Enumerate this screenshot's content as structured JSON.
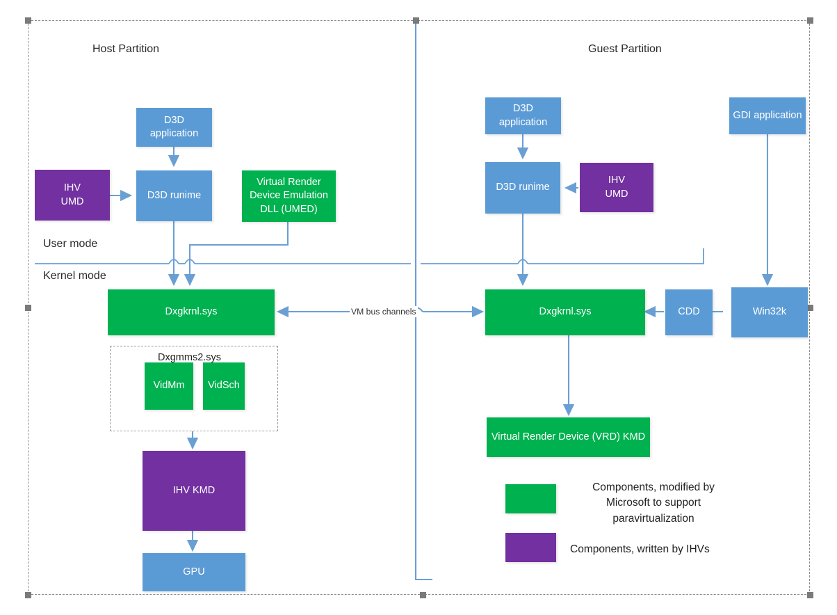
{
  "diagram": {
    "title_host": "Host Partition",
    "title_guest": "Guest Partition",
    "mode_user": "User mode",
    "mode_kernel": "Kernel mode",
    "vmbus_label": "VM bus channels"
  },
  "colors": {
    "blue": "#5b9bd5",
    "green": "#00b14f",
    "purple": "#7230a0",
    "connector": "#6a9fd4",
    "frame": "#8c8c8c"
  },
  "host": {
    "d3d_application": "D3D\napplication",
    "d3d_runtime": "D3D runime",
    "ihv_umd": "IHV\nUMD",
    "vrd_emulation_dll": "Virtual Render\nDevice Emulation\nDLL (UMED)",
    "dxgkrnl": "Dxgkrnl.sys",
    "dxgmms2_group": "Dxgmms2.sys",
    "vidmm": "VidMm",
    "vidsch": "VidSch",
    "ihv_kmd": "IHV KMD",
    "gpu": "GPU"
  },
  "guest": {
    "d3d_application": "D3D\napplication",
    "d3d_runtime": "D3D runime",
    "ihv_umd": "IHV\nUMD",
    "gdi_application": "GDI application",
    "dxgkrnl": "Dxgkrnl.sys",
    "cdd": "CDD",
    "win32k": "Win32k",
    "vrd_kmd": "Virtual Render Device (VRD) KMD"
  },
  "legend": {
    "items": [
      {
        "color": "#00b14f",
        "text": "Components, modified by\nMicrosoft to support\nparavirtualization"
      },
      {
        "color": "#7230a0",
        "text": "Components, written by IHVs"
      }
    ]
  }
}
